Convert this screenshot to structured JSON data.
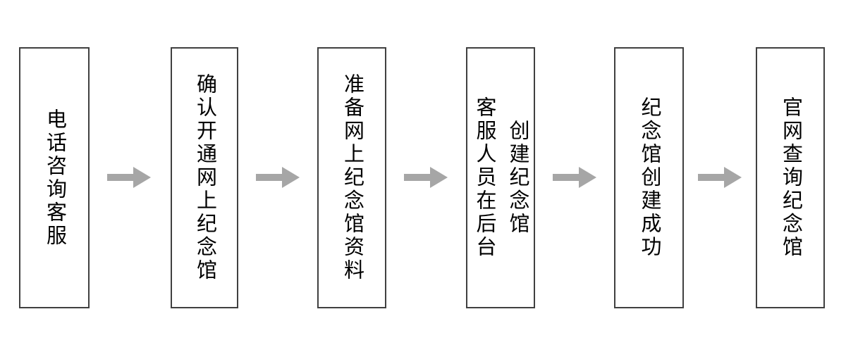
{
  "diagram": {
    "type": "flowchart",
    "direction": "left-to-right",
    "background_color": "#ffffff",
    "box_border_color": "#404040",
    "box_fill_color": "#ffffff",
    "text_color": "#000000",
    "arrow_color": "#a6a6a6",
    "steps": [
      {
        "label": "电话咨询客服"
      },
      {
        "label": "确认开通网上纪念馆"
      },
      {
        "label": "准备网上纪念馆资料"
      },
      {
        "label": "客服人员在后台\n创建纪念馆"
      },
      {
        "label": "纪念馆创建成功"
      },
      {
        "label": "官网查询纪念馆"
      }
    ]
  }
}
